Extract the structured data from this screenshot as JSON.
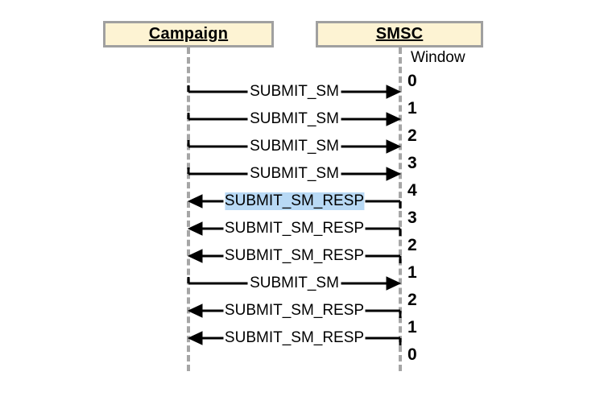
{
  "diagram": {
    "type": "sequence-diagram",
    "participants": [
      {
        "id": "campaign",
        "label": "Campaign"
      },
      {
        "id": "smsc",
        "label": "SMSC"
      }
    ],
    "window_column": {
      "title": "Window",
      "values": [
        "0",
        "1",
        "2",
        "3",
        "4",
        "3",
        "2",
        "1",
        "2",
        "1",
        "0"
      ]
    },
    "messages": [
      {
        "label": "SUBMIT_SM",
        "direction": "right",
        "highlighted": false
      },
      {
        "label": "SUBMIT_SM",
        "direction": "right",
        "highlighted": false
      },
      {
        "label": "SUBMIT_SM",
        "direction": "right",
        "highlighted": false
      },
      {
        "label": "SUBMIT_SM",
        "direction": "right",
        "highlighted": false
      },
      {
        "label": "SUBMIT_SM_RESP",
        "direction": "left",
        "highlighted": true
      },
      {
        "label": "SUBMIT_SM_RESP",
        "direction": "left",
        "highlighted": false
      },
      {
        "label": "SUBMIT_SM_RESP",
        "direction": "left",
        "highlighted": false
      },
      {
        "label": "SUBMIT_SM",
        "direction": "right",
        "highlighted": false
      },
      {
        "label": "SUBMIT_SM_RESP",
        "direction": "left",
        "highlighted": false
      },
      {
        "label": "SUBMIT_SM_RESP",
        "direction": "left",
        "highlighted": false
      }
    ],
    "colors": {
      "box_fill": "#fdf3d3",
      "box_border": "#a0a0a0",
      "lifeline": "#a6a6a6",
      "line": "#000000",
      "highlight": "#b8d9f5",
      "background": "#ffffff"
    }
  }
}
